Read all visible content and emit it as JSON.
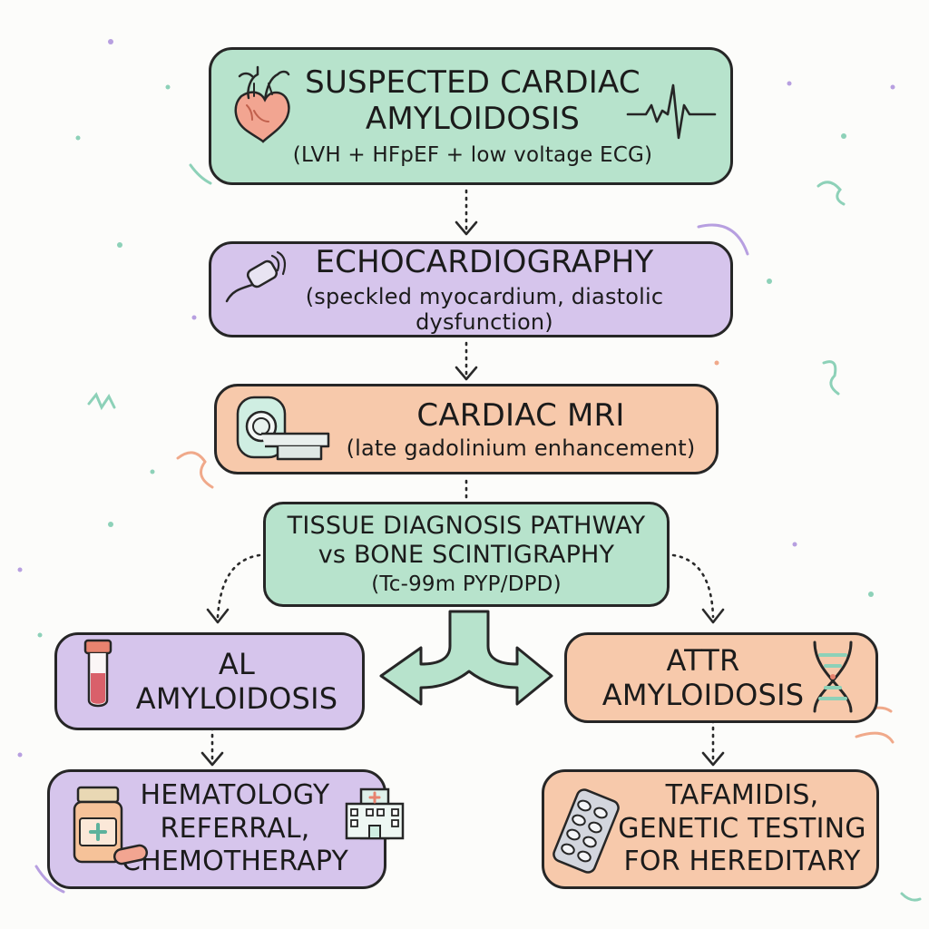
{
  "colors": {
    "mint": "#b7e3cc",
    "lavender": "#d6c5ec",
    "peach": "#f7c9ab",
    "outline": "#262626",
    "accent_red": "#e8836f",
    "accent_teal": "#8dd1b8",
    "accent_purple": "#b79fe0"
  },
  "nodes": [
    {
      "id": "suspected",
      "title_lines": [
        "SUSPECTED CARDIAC",
        "AMYLOIDOSIS"
      ],
      "subtitle": "(LVH + HFpEF + low voltage ECG)",
      "fill": "mint",
      "icons": [
        "heart-icon",
        "ecg-wave-icon"
      ]
    },
    {
      "id": "echo",
      "title_lines": [
        "ECHOCARDIOGRAPHY"
      ],
      "subtitle": "(speckled myocardium, diastolic dysfunction)",
      "fill": "lavender",
      "icons": [
        "ultrasound-probe-icon"
      ]
    },
    {
      "id": "mri",
      "title_lines": [
        "CARDIAC MRI"
      ],
      "subtitle": "(late gadolinium enhancement)",
      "fill": "peach",
      "icons": [
        "mri-scanner-icon"
      ]
    },
    {
      "id": "pathway",
      "title_lines": [
        "TISSUE DIAGNOSIS PATHWAY",
        "vs BONE SCINTIGRAPHY"
      ],
      "subtitle": "(Tc-99m PYP/DPD)",
      "fill": "mint",
      "icons": []
    },
    {
      "id": "al",
      "title_lines": [
        "AL",
        "AMYLOIDOSIS"
      ],
      "subtitle": "",
      "fill": "lavender",
      "icons": [
        "blood-tube-icon"
      ]
    },
    {
      "id": "attr",
      "title_lines": [
        "ATTR",
        "AMYLOIDOSIS"
      ],
      "subtitle": "",
      "fill": "peach",
      "icons": [
        "dna-icon"
      ]
    },
    {
      "id": "hematology",
      "title_lines": [
        "HEMATOLOGY",
        "REFERRAL,",
        "CHEMOTHERAPY"
      ],
      "subtitle": "",
      "fill": "lavender",
      "icons": [
        "pill-bottle-icon",
        "hospital-icon"
      ]
    },
    {
      "id": "tafamidis",
      "title_lines": [
        "TAFAMIDIS,",
        "GENETIC TESTING",
        "FOR HEREDITARY"
      ],
      "subtitle": "",
      "fill": "peach",
      "icons": [
        "blister-pack-icon"
      ]
    }
  ],
  "edges": [
    {
      "from": "suspected",
      "to": "echo",
      "style": "dotted-arrow"
    },
    {
      "from": "echo",
      "to": "mri",
      "style": "dotted-arrow"
    },
    {
      "from": "mri",
      "to": "pathway",
      "style": "dotted-line"
    },
    {
      "from": "pathway",
      "to": "al",
      "style": "dotted-arrow"
    },
    {
      "from": "pathway",
      "to": "attr",
      "style": "dotted-arrow"
    },
    {
      "from": "pathway",
      "to": "al",
      "style": "split-arrow"
    },
    {
      "from": "pathway",
      "to": "attr",
      "style": "split-arrow"
    },
    {
      "from": "al",
      "to": "hematology",
      "style": "dotted-arrow"
    },
    {
      "from": "attr",
      "to": "tafamidis",
      "style": "dotted-arrow"
    }
  ]
}
